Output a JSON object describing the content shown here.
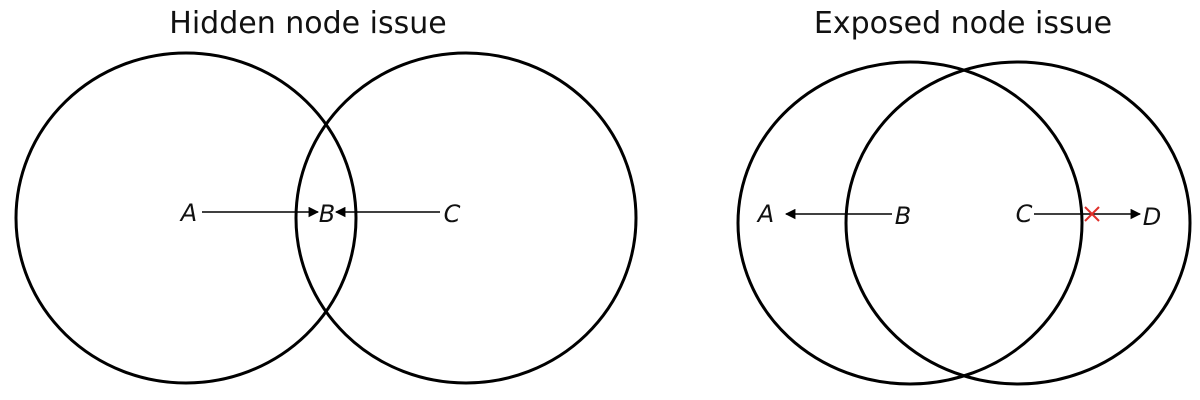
{
  "hidden_panel": {
    "title": "Hidden node issue",
    "nodes": [
      "A",
      "B",
      "C"
    ]
  },
  "exposed_panel": {
    "title": "Exposed node issue",
    "nodes": [
      "A",
      "B",
      "C",
      "D"
    ]
  },
  "colors": {
    "stroke": "#000000",
    "blocked_mark": "#e0302a"
  },
  "icons": [
    "arrow-icon",
    "blocked-x-icon"
  ]
}
